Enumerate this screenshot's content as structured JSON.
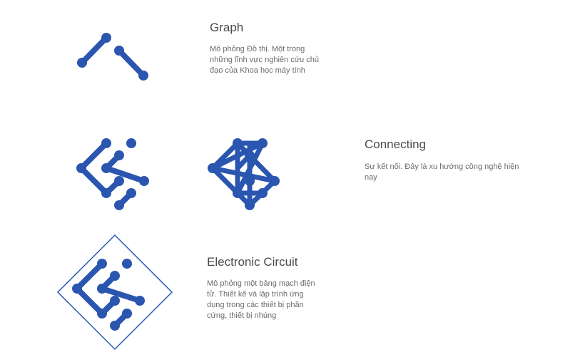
{
  "colors": {
    "accent": "#2b56b0",
    "title": "#4a4a4a",
    "text": "#6b6b6b"
  },
  "sections": {
    "graph": {
      "title": "Graph",
      "desc_lines": [
        "Mô phỏng Đồ thị. Một trong",
        "những lĩnh vực nghiên cứu chủ",
        "đạo của Khoa học máy tính"
      ]
    },
    "connecting": {
      "title": "Connecting",
      "desc_lines": [
        "Sự kết nối. Đây là xu hướng công nghệ hiện",
        "nay"
      ]
    },
    "circuit": {
      "title": "Electronic Circuit",
      "desc_lines": [
        "Mô phỏng một bảng mạch điện",
        "tử. Thiết kế và lập trình ứng",
        "dụng trong các thiết bị phần",
        "cứng, thiết bị nhúng"
      ]
    }
  }
}
